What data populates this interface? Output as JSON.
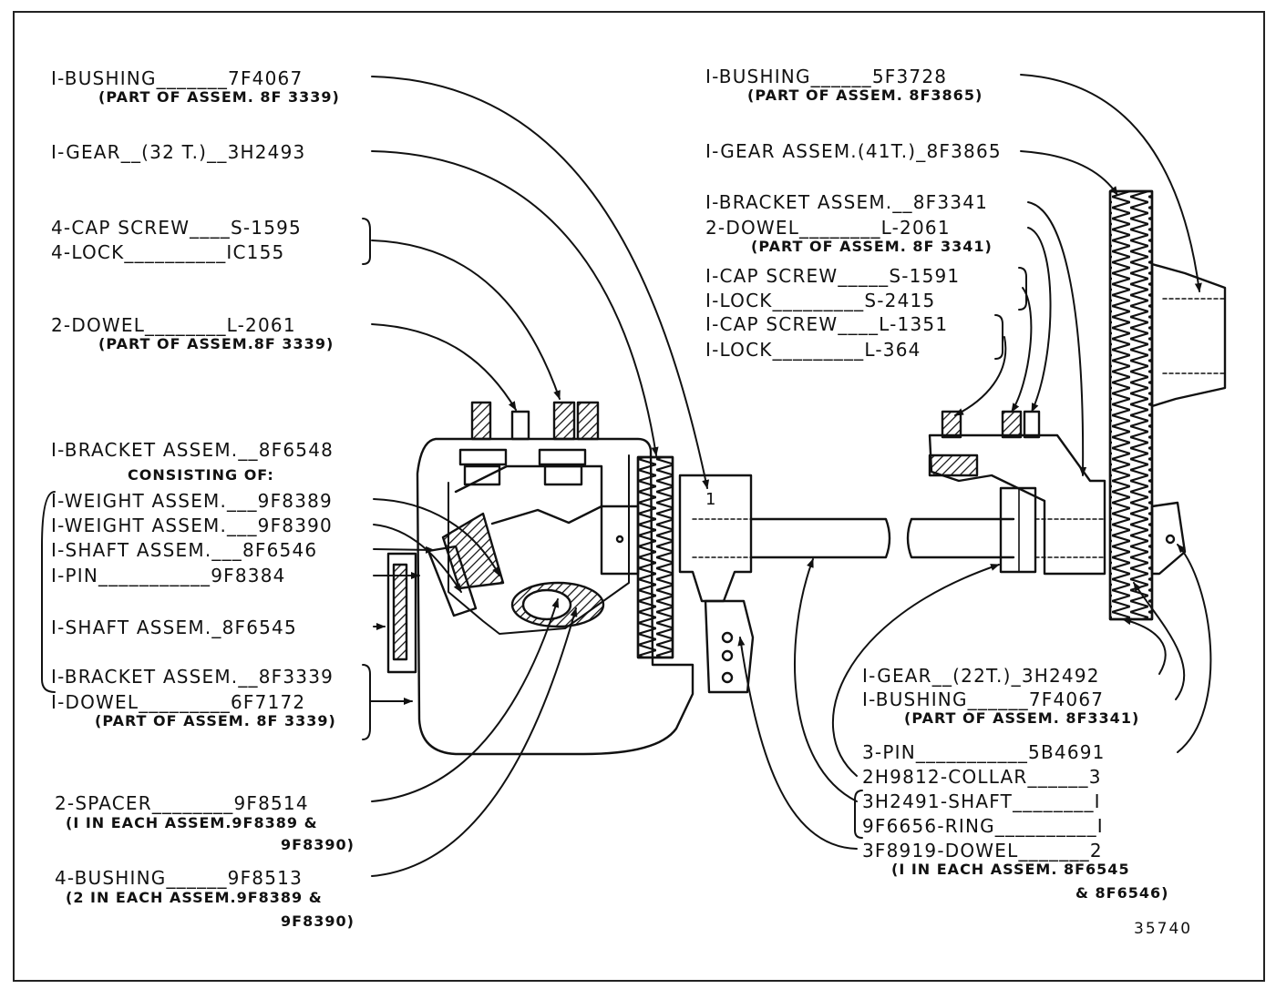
{
  "labels": {
    "l_bushing_7f4067": "I-BUSHING_______7F4067",
    "l_bushing_7f4067_sub": "(PART OF ASSEM. 8F 3339)",
    "l_gear_3h2493": "I-GEAR__(32 T.)__3H2493",
    "l_capscrew_s1595": "4-CAP SCREW____S-1595",
    "l_lock_1c155": "4-LOCK__________IC155",
    "l_dowel_l2061": "2-DOWEL________L-2061",
    "l_dowel_l2061_sub": "(PART OF ASSEM.8F 3339)",
    "l_bracket_8f6548": "I-BRACKET ASSEM.__8F6548",
    "l_consisting": "CONSISTING OF:",
    "l_weight_9f8389": "I-WEIGHT ASSEM.___9F8389",
    "l_weight_9f8390": "I-WEIGHT ASSEM.___9F8390",
    "l_shaft_8f6546": "I-SHAFT ASSEM.___8F6546",
    "l_pin_9f8384": "I-PIN___________9F8384",
    "l_shaft_8f6545": "I-SHAFT ASSEM._8F6545",
    "l_bracket_8f3339": "I-BRACKET ASSEM.__8F3339",
    "l_dowel_6f7172": "I-DOWEL_________6F7172",
    "l_dowel_6f7172_sub": "(PART OF ASSEM. 8F 3339)",
    "l_spacer_9f8514": "2-SPACER________9F8514",
    "l_spacer_sub1": "(I IN EACH ASSEM.9F8389 &",
    "l_spacer_sub2": "9F8390)",
    "l_bushing_9f8513": "4-BUSHING______9F8513",
    "l_bushing_sub1": "(2 IN EACH ASSEM.9F8389 &",
    "l_bushing_sub2": "9F8390)",
    "r_bushing_5f3728": "I-BUSHING______5F3728",
    "r_bushing_5f3728_sub": "(PART OF ASSEM. 8F3865)",
    "r_gear_8f3865": "I-GEAR ASSEM.(41T.)_8F3865",
    "r_bracket_8f3341": "I-BRACKET ASSEM.__8F3341",
    "r_dowel_l2061": "2-DOWEL________L-2061",
    "r_dowel_l2061_sub": "(PART OF ASSEM. 8F 3341)",
    "r_capscrew_s1591": "I-CAP SCREW_____S-1591",
    "r_lock_s2415": "I-LOCK_________S-2415",
    "r_capscrew_l1351": "I-CAP SCREW____L-1351",
    "r_lock_l364": "I-LOCK_________L-364",
    "r_gear_3h2492": "I-GEAR__(22T.)_3H2492",
    "r_bushing_7f4067": "I-BUSHING______7F4067",
    "r_bushing_7f4067_sub": "(PART OF ASSEM. 8F3341)",
    "r_pin_5b4691": "3-PIN___________5B4691",
    "r_collar": "2H9812-COLLAR______3",
    "r_shaft": "3H2491-SHAFT________I",
    "r_ring": "9F6656-RING__________I",
    "r_dowel_3f8919": "3F8919-DOWEL_______2",
    "r_dowel_sub1": "(I IN EACH ASSEM. 8F6545",
    "r_dowel_sub2": "& 8F6546)",
    "callout_1": "1",
    "figure_number": "35740"
  }
}
